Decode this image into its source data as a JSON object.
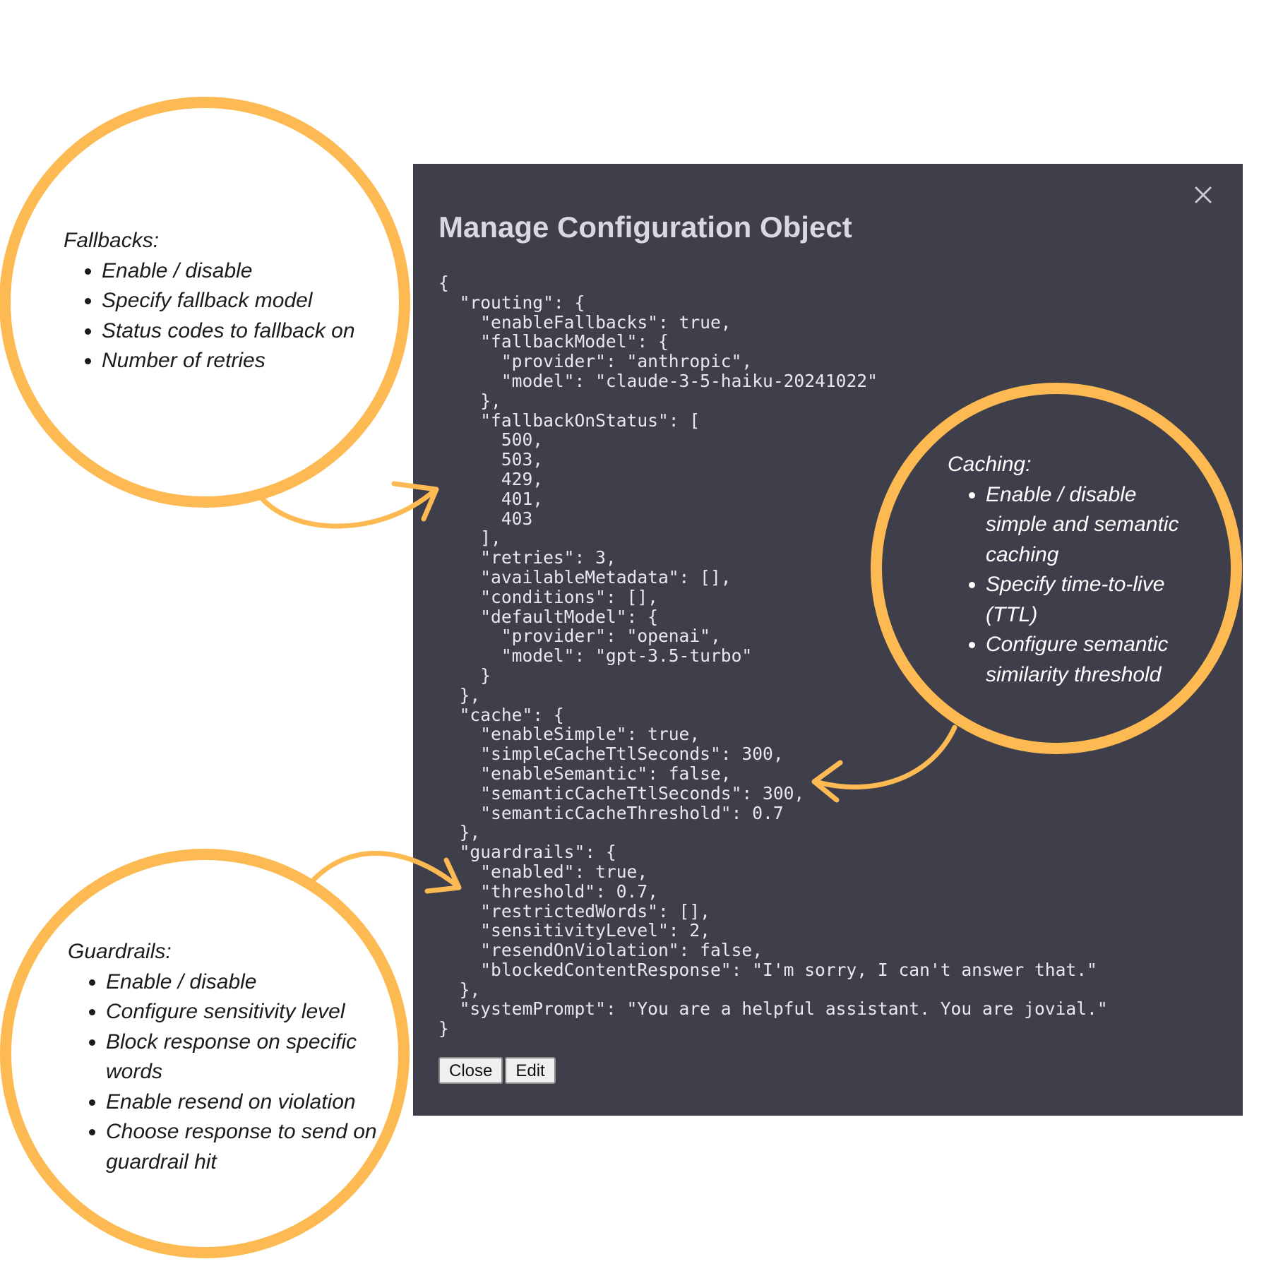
{
  "modal": {
    "title": "Manage Configuration Object",
    "config_json": "{\n  \"routing\": {\n    \"enableFallbacks\": true,\n    \"fallbackModel\": {\n      \"provider\": \"anthropic\",\n      \"model\": \"claude-3-5-haiku-20241022\"\n    },\n    \"fallbackOnStatus\": [\n      500,\n      503,\n      429,\n      401,\n      403\n    ],\n    \"retries\": 3,\n    \"availableMetadata\": [],\n    \"conditions\": [],\n    \"defaultModel\": {\n      \"provider\": \"openai\",\n      \"model\": \"gpt-3.5-turbo\"\n    }\n  },\n  \"cache\": {\n    \"enableSimple\": true,\n    \"simpleCacheTtlSeconds\": 300,\n    \"enableSemantic\": false,\n    \"semanticCacheTtlSeconds\": 300,\n    \"semanticCacheThreshold\": 0.7\n  },\n  \"guardrails\": {\n    \"enabled\": true,\n    \"threshold\": 0.7,\n    \"restrictedWords\": [],\n    \"sensitivityLevel\": 2,\n    \"resendOnViolation\": false,\n    \"blockedContentResponse\": \"I'm sorry, I can't answer that.\"\n  },\n  \"systemPrompt\": \"You are a helpful assistant. You are jovial.\"\n}",
    "buttons": {
      "close_label": "Close",
      "edit_label": "Edit"
    },
    "close_icon": "close-x-icon"
  },
  "callouts": {
    "fallbacks": {
      "title": "Fallbacks:",
      "items": [
        "Enable / disable",
        "Specify fallback model",
        "Status codes to fallback on",
        "Number of retries"
      ]
    },
    "caching": {
      "title": "Caching:",
      "items": [
        "Enable / disable simple and semantic caching",
        "Specify time-to-live (TTL)",
        "Configure semantic similarity threshold"
      ]
    },
    "guardrails": {
      "title": "Guardrails:",
      "items": [
        "Enable / disable",
        "Configure sensitivity level",
        "Block response on specific words",
        "Enable resend on violation",
        "Choose response to send on guardrail hit"
      ]
    }
  },
  "colors": {
    "modal_background": "#3e3f4b",
    "callout_ring": "#fdba53",
    "code_text": "#e8e8ec"
  }
}
